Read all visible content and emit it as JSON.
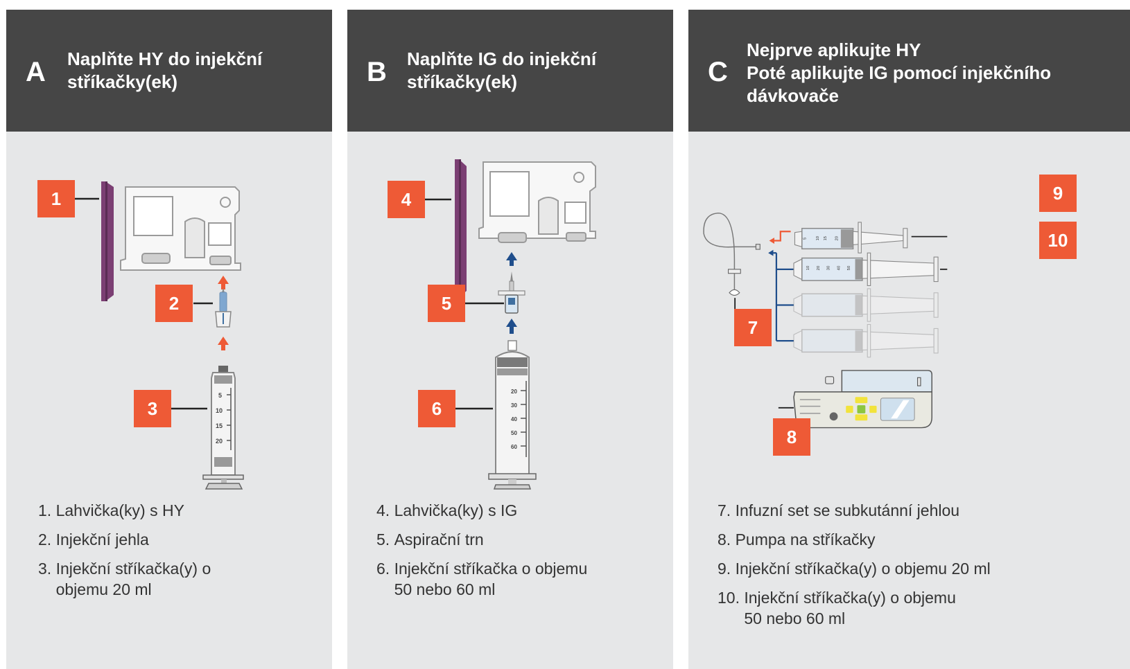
{
  "panels": [
    {
      "letter": "A",
      "title_lines": [
        "Naplňte HY do injekční",
        "stříkačky(ek)"
      ],
      "badges": [
        "1",
        "2",
        "3"
      ],
      "items": [
        {
          "num": "1. ",
          "text": "Lahvička(ky) s HY"
        },
        {
          "num": "2. ",
          "text": "Injekční jehla"
        },
        {
          "num": "3. ",
          "text": "Injekční stříkačka(y) o objemu 20 ml"
        }
      ],
      "syringe_scale": [
        "5",
        "10",
        "15",
        "20"
      ]
    },
    {
      "letter": "B",
      "title_lines": [
        "Naplňte IG do injekční",
        "stříkačky(ek)"
      ],
      "badges": [
        "4",
        "5",
        "6"
      ],
      "items": [
        {
          "num": "4. ",
          "text": "Lahvička(ky) s IG"
        },
        {
          "num": "5. ",
          "text": "Aspirační trn"
        },
        {
          "num": "6. ",
          "text": "Injekční stříkačka o objemu 50 nebo 60 ml"
        }
      ],
      "syringe_scale": [
        "20",
        "30",
        "40",
        "50",
        "60"
      ]
    },
    {
      "letter": "C",
      "title_lines": [
        "Nejprve aplikujte HY",
        "Poté aplikujte IG pomocí injekčního",
        "dávkovače"
      ],
      "badges": [
        "7",
        "8",
        "9",
        "10"
      ],
      "items": [
        {
          "num": "7. ",
          "text": "Infuzní set se subkutánní jehlou"
        },
        {
          "num": "8. ",
          "text": "Pumpa na stříkačky"
        },
        {
          "num": "9. ",
          "text": "Injekční stříkačka(y) o objemu 20 ml"
        },
        {
          "num": "10. ",
          "text": "Injekční stříkačka(y) o objemu 50 nebo 60 ml"
        }
      ],
      "syringe_9_scale": [
        "5",
        "10",
        "15",
        "20"
      ],
      "syringe_10_scale": [
        "10",
        "20",
        "30",
        "40",
        "50"
      ]
    }
  ],
  "colors": {
    "header_bg": "#464646",
    "panel_bg": "#e6e7e8",
    "badge": "#ee5a36",
    "vial_stopper": "#7b3f73",
    "arrow_orange": "#ee5a36",
    "arrow_blue": "#1f4e8c",
    "pump_button_yellow": "#f2e33b",
    "pump_button_green": "#8cc63f"
  }
}
